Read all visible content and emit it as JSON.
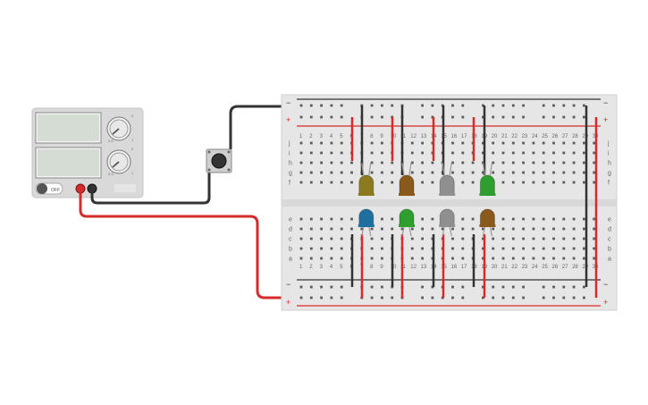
{
  "power_supply": {
    "toggle_label": "OFF",
    "knob_top_marks": [
      "0",
      "0.5",
      "1"
    ],
    "knob_bottom_marks": [
      "0",
      "0.5",
      "1"
    ]
  },
  "breadboard": {
    "column_count": 30,
    "numbered_columns": [
      "1",
      "2",
      "3",
      "4",
      "5",
      "6",
      "7",
      "8",
      "9",
      "10",
      "11",
      "12",
      "13",
      "14",
      "15",
      "16",
      "17",
      "18",
      "19",
      "20",
      "21",
      "22",
      "23",
      "24",
      "25",
      "26",
      "27",
      "28",
      "29",
      "30"
    ],
    "top_rows": [
      "j",
      "i",
      "h",
      "g",
      "f"
    ],
    "bottom_rows": [
      "e",
      "d",
      "c",
      "b",
      "a"
    ],
    "rail_plus": "+",
    "rail_minus": "−"
  },
  "leds": [
    {
      "name": "led-olive",
      "color": "#8c7a1e",
      "side": "top",
      "column": 7
    },
    {
      "name": "led-brown",
      "color": "#8a5a1c",
      "side": "top",
      "column": 11
    },
    {
      "name": "led-gray",
      "color": "#8f8f8f",
      "side": "top",
      "column": 15
    },
    {
      "name": "led-green",
      "color": "#2e9e2e",
      "side": "top",
      "column": 19
    },
    {
      "name": "led-blue",
      "color": "#1f6f9f",
      "side": "bottom",
      "column": 7
    },
    {
      "name": "led-green-2",
      "color": "#2e9e2e",
      "side": "bottom",
      "column": 11
    },
    {
      "name": "led-gray-2",
      "color": "#8f8f8f",
      "side": "bottom",
      "column": 15
    },
    {
      "name": "led-brown-2",
      "color": "#8a5a1c",
      "side": "bottom",
      "column": 19
    }
  ],
  "colors": {
    "wire_red": "#d62b2b",
    "wire_black": "#333333",
    "breadboard": "#e6e6e6",
    "psu_body": "#d9d9d9",
    "psu_screen": "#d4dcd4"
  }
}
